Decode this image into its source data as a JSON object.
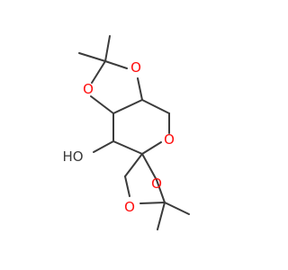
{
  "colors": {
    "bond": "#3b3b3b",
    "oxygen": "#ff0d0d",
    "hydroxyl_h": "#3b3b3b",
    "background": "#ffffff"
  },
  "molecule": {
    "atoms": {
      "o_top_right": "O",
      "o_top_left": "O",
      "o_ring": "O",
      "o_bottom_left": "O",
      "o_bottom_right": "O",
      "hydroxyl_h": "HO",
      "hydroxyl_o": "O"
    }
  }
}
